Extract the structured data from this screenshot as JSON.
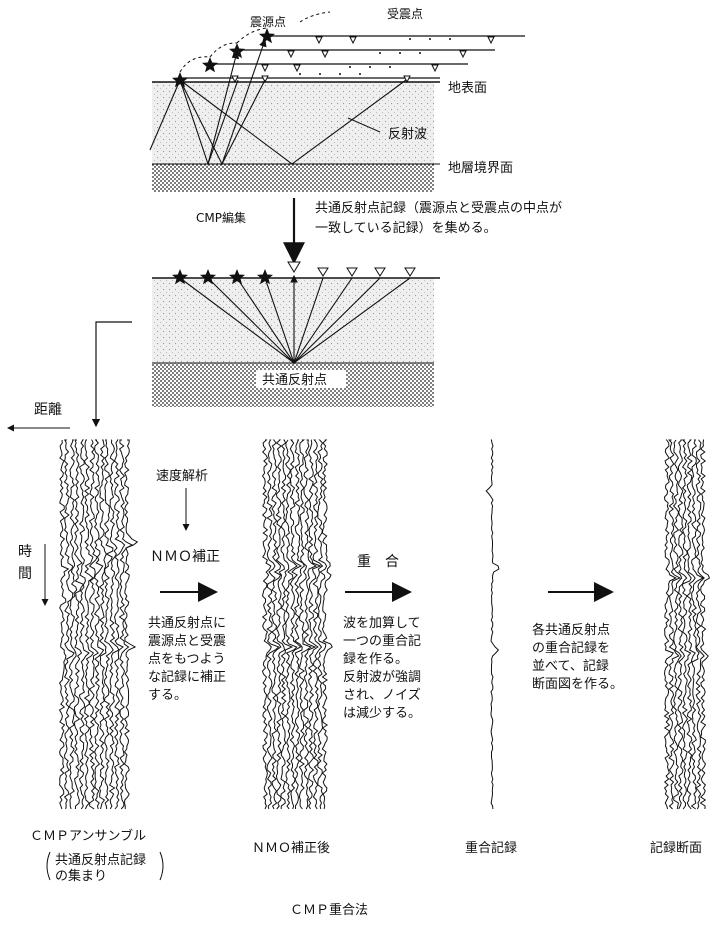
{
  "top": {
    "source_label": "震源点",
    "receiver_label": "受震点",
    "surface_label": "地表面",
    "reflected_wave_label": "反射波",
    "boundary_label": "地層境界面"
  },
  "cmp_step": {
    "label": "CMP編集",
    "note_line1": "共通反射点記録（震源点と受震点の中点が",
    "note_line2": "一致している記録）を集める。"
  },
  "middle": {
    "common_reflection_point_label": "共通反射点"
  },
  "axes": {
    "distance_label": "距離",
    "time_label_1": "時",
    "time_label_2": "間"
  },
  "process": {
    "velocity_analysis": "速度解析",
    "nmo_label": "ＮＭＯ補正",
    "nmo_desc": [
      "共通反射点に",
      "震源点と受震",
      "点をもつよう",
      "な記録に補正",
      "する。"
    ],
    "stack_label": "重　合",
    "stack_desc": [
      "波を加算して",
      "一つの重合記",
      "録を作る。",
      "反射波が強調",
      "され、ノイズ",
      "は減少する。"
    ],
    "section_desc": [
      "各共通反射点",
      "の重合記録を",
      "並べて、記録",
      "断面図を作る。"
    ]
  },
  "captions": {
    "ensemble": "ＣＭＰアンサンブル",
    "ensemble_sub1": "共通反射点記録",
    "ensemble_sub2": "の集まり",
    "after_nmo": "ＮＭＯ補正後",
    "stack_record": "重合記録",
    "section": "記録断面"
  },
  "title": "ＣＭＰ重合法"
}
